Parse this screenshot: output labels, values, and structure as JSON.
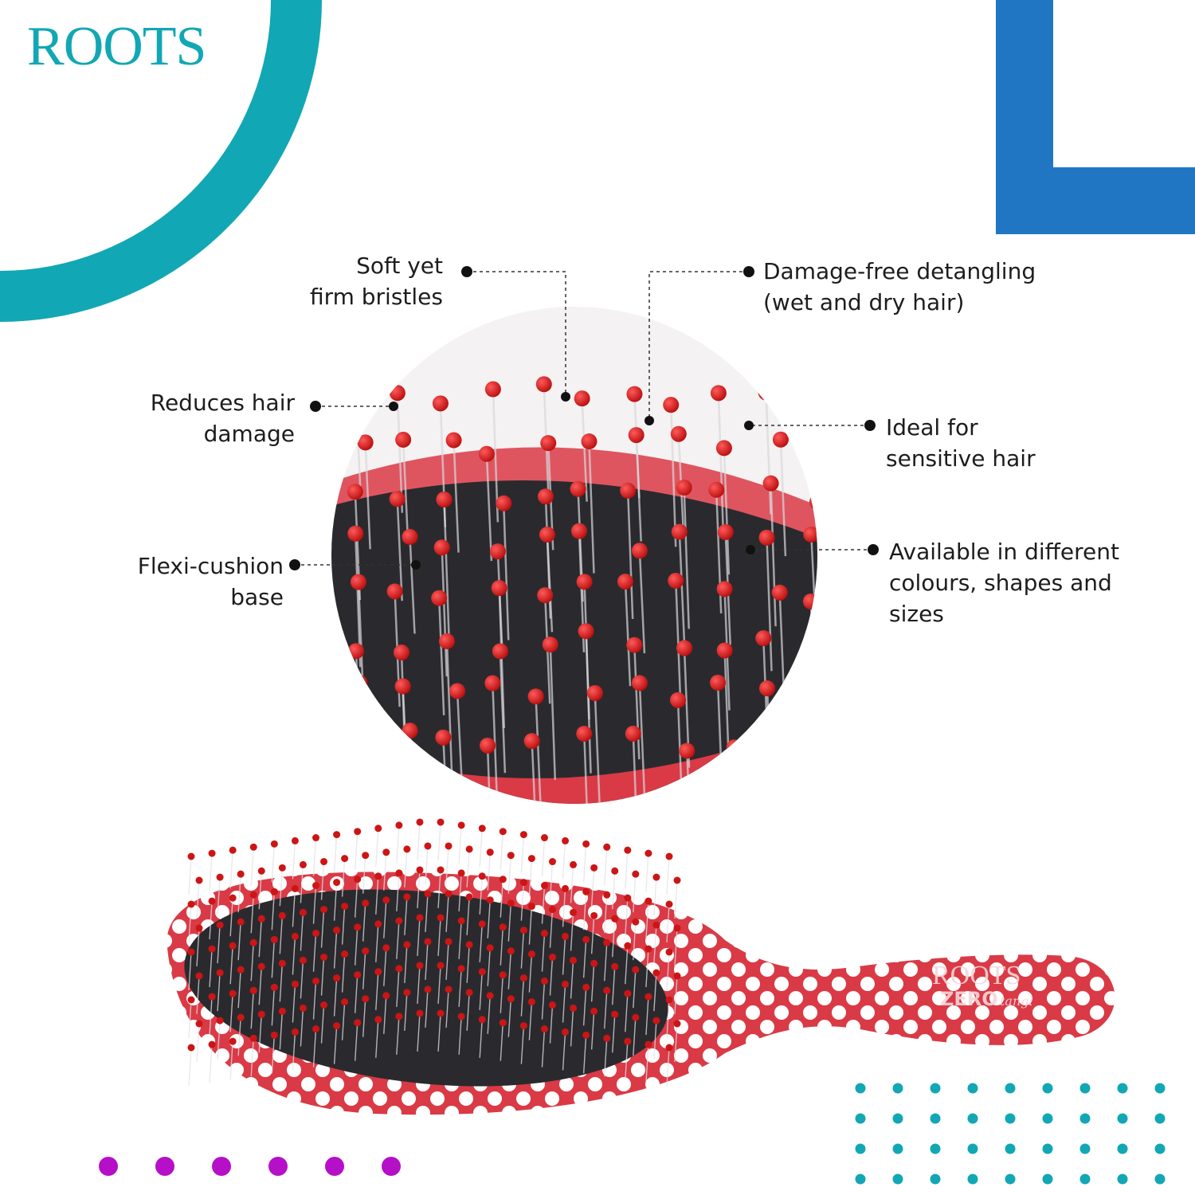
{
  "brand": {
    "logo_text": "ROOTS"
  },
  "colors": {
    "teal": "#12a7b4",
    "blue": "#2176c4",
    "purple": "#b60fc8",
    "brush_red": "#d93a46",
    "bristle_tip": "#cc1515",
    "cushion": "#2a2a2e"
  },
  "features": {
    "soft_bristles": {
      "line1": "Soft yet",
      "line2": "firm bristles"
    },
    "damage_free": {
      "line1": "Damage-free detangling",
      "line2": "(wet and dry hair)"
    },
    "reduces_damage": {
      "line1": "Reduces hair",
      "line2": "damage"
    },
    "sensitive_hair": {
      "line1": "Ideal for",
      "line2": "sensitive hair"
    },
    "flexi_cushion": {
      "line1": "Flexi-cushion",
      "line2": "base"
    },
    "available": {
      "line1": "Available in different",
      "line2": "colours, shapes and",
      "line3": "sizes"
    }
  },
  "product": {
    "handle_brand": "ROOTS",
    "handle_sub": "ZERO",
    "handle_script": "tangl"
  }
}
